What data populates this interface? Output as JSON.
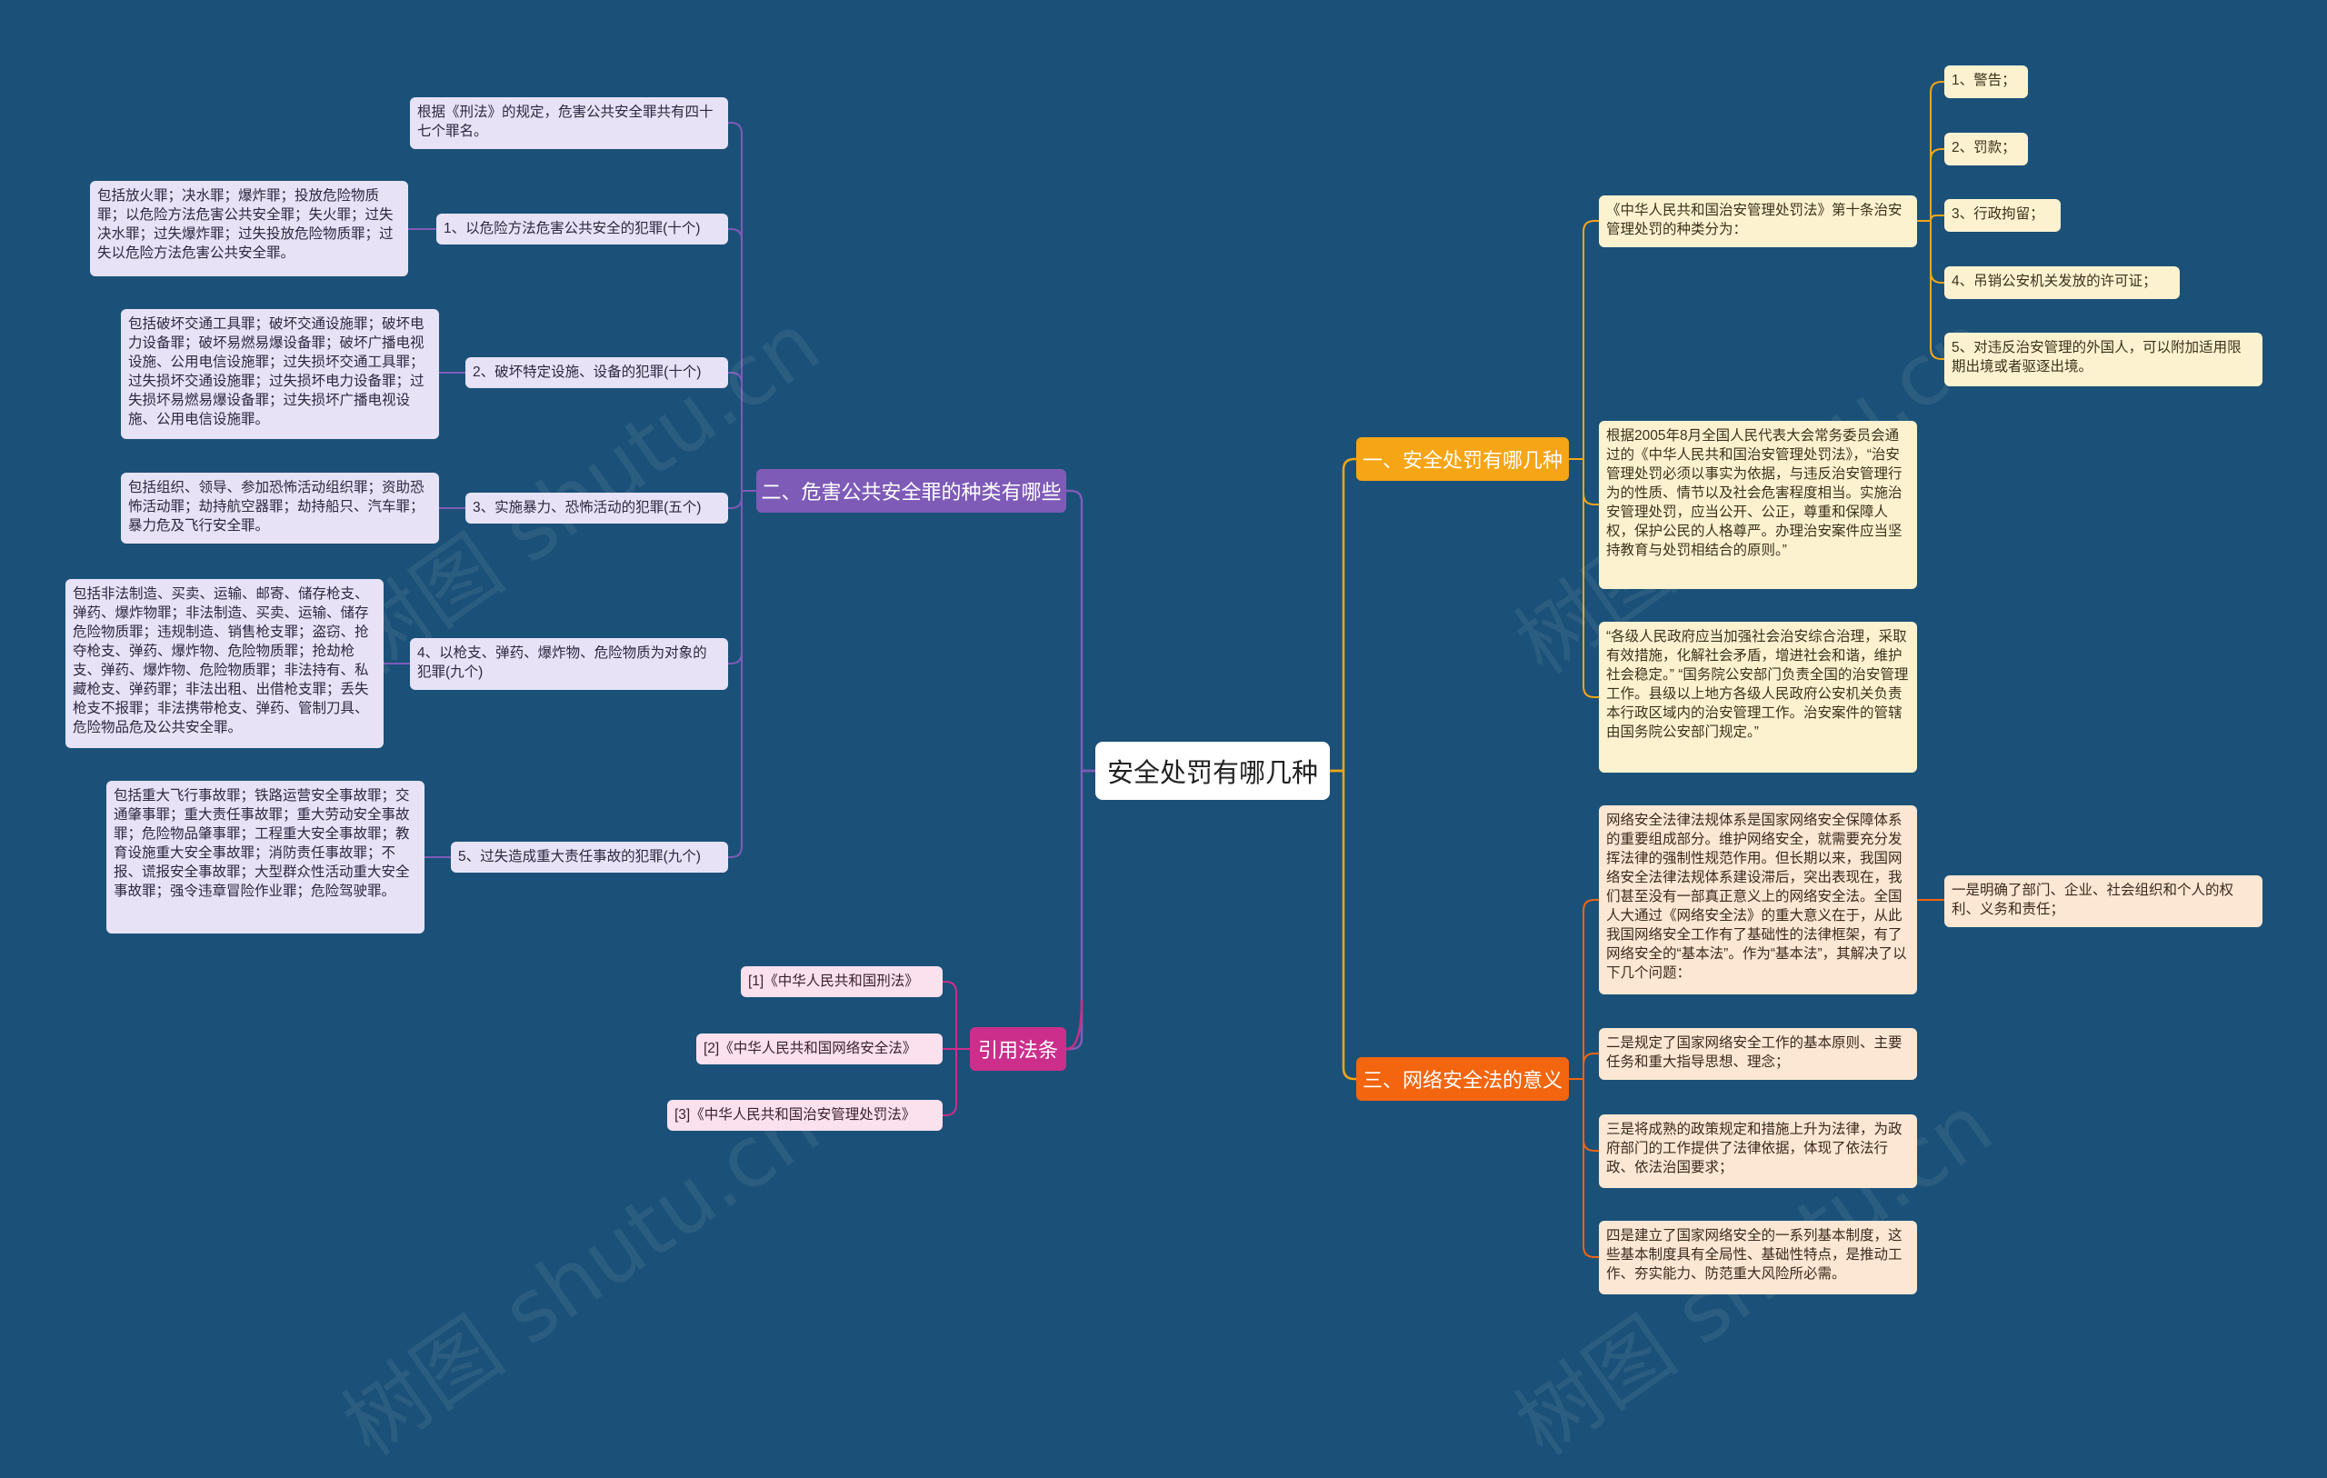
{
  "watermark": "树图 shutu.cn",
  "root": "安全处罚有哪几种",
  "branches": {
    "b1": "二、危害公共安全罪的种类有哪些",
    "b2": "一、安全处罚有哪几种",
    "b3": "三、网络安全法的意义",
    "b4": "引用法条"
  },
  "left": {
    "l1": "根据《刑法》的规定，危害公共安全罪共有四十七个罪名。",
    "l2": "1、以危险方法危害公共安全的犯罪(十个)",
    "l2d": "包括放火罪；决水罪；爆炸罪；投放危险物质罪；以危险方法危害公共安全罪；失火罪；过失决水罪；过失爆炸罪；过失投放危险物质罪；过失以危险方法危害公共安全罪。",
    "l3": "2、破坏特定设施、设备的犯罪(十个)",
    "l3d": "包括破坏交通工具罪；破坏交通设施罪；破坏电力设备罪；破坏易燃易爆设备罪；破坏广播电视设施、公用电信设施罪；过失损坏交通工具罪；过失损坏交通设施罪；过失损坏电力设备罪；过失损坏易燃易爆设备罪；过失损坏广播电视设施、公用电信设施罪。",
    "l4": "3、实施暴力、恐怖活动的犯罪(五个)",
    "l4d": "包括组织、领导、参加恐怖活动组织罪；资助恐怖活动罪；劫持航空器罪；劫持船只、汽车罪；暴力危及飞行安全罪。",
    "l5": "4、以枪支、弹药、爆炸物、危险物质为对象的犯罪(九个)",
    "l5d": "包括非法制造、买卖、运输、邮寄、储存枪支、弹药、爆炸物罪；非法制造、买卖、运输、储存危险物质罪；违规制造、销售枪支罪；盗窃、抢夺枪支、弹药、爆炸物、危险物质罪；抢劫枪支、弹药、爆炸物、危险物质罪；非法持有、私藏枪支、弹药罪；非法出租、出借枪支罪；丢失枪支不报罪；非法携带枪支、弹药、管制刀具、危险物品危及公共安全罪。",
    "l6": "5、过失造成重大责任事故的犯罪(九个)",
    "l6d": "包括重大飞行事故罪；铁路运营安全事故罪；交通肇事罪；重大责任事故罪；重大劳动安全事故罪；危险物品肇事罪；工程重大安全事故罪；教育设施重大安全事故罪；消防责任事故罪；不报、谎报安全事故罪；大型群众性活动重大安全事故罪；强令违章冒险作业罪；危险驾驶罪。",
    "r1": "[1]《中华人民共和国刑法》",
    "r2": "[2]《中华人民共和国网络安全法》",
    "r3": "[3]《中华人民共和国治安管理处罚法》"
  },
  "right": {
    "a1": "《中华人民共和国治安管理处罚法》第十条治安管理处罚的种类分为：",
    "a1s": [
      "1、警告；",
      "2、罚款；",
      "3、行政拘留；",
      "4、吊销公安机关发放的许可证；",
      "5、对违反治安管理的外国人，可以附加适用限期出境或者驱逐出境。"
    ],
    "a2": "根据2005年8月全国人民代表大会常务委员会通过的《中华人民共和国治安管理处罚法》，“治安管理处罚必须以事实为依据，与违反治安管理行为的性质、情节以及社会危害程度相当。实施治安管理处罚，应当公开、公正，尊重和保障人权，保护公民的人格尊严。办理治安案件应当坚持教育与处罚相结合的原则。”",
    "a3": "“各级人民政府应当加强社会治安综合治理，采取有效措施，化解社会矛盾，增进社会和谐，维护社会稳定。” “国务院公安部门负责全国的治安管理工作。县级以上地方各级人民政府公安机关负责本行政区域内的治安管理工作。治安案件的管辖由国务院公安部门规定。”",
    "n1": "网络安全法律法规体系是国家网络安全保障体系的重要组成部分。维护网络安全，就需要充分发挥法律的强制性规范作用。但长期以来，我国网络安全法律法规体系建设滞后，突出表现在，我们甚至没有一部真正意义上的网络安全法。全国人大通过《网络安全法》的重大意义在于，从此我国网络安全工作有了基础性的法律框架，有了网络安全的“基本法”。作为“基本法”，其解决了以下几个问题：",
    "n1s": "一是明确了部门、企业、社会组织和个人的权利、义务和责任；",
    "n2": "二是规定了国家网络安全工作的基本原则、主要任务和重大指导思想、理念；",
    "n3": "三是将成熟的政策规定和措施上升为法律，为政府部门的工作提供了法律依据，体现了依法行政、依法治国要求；",
    "n4": "四是建立了国家网络安全的一系列基本制度，这些基本制度具有全局性、基础性特点，是推动工作、夯实能力、防范重大风险所必需。"
  },
  "colors": {
    "background": "#1b5178",
    "purple": "#7e5bb7",
    "yellow": "#f6a516",
    "orange": "#f3650f",
    "magenta": "#cc2e8b"
  }
}
